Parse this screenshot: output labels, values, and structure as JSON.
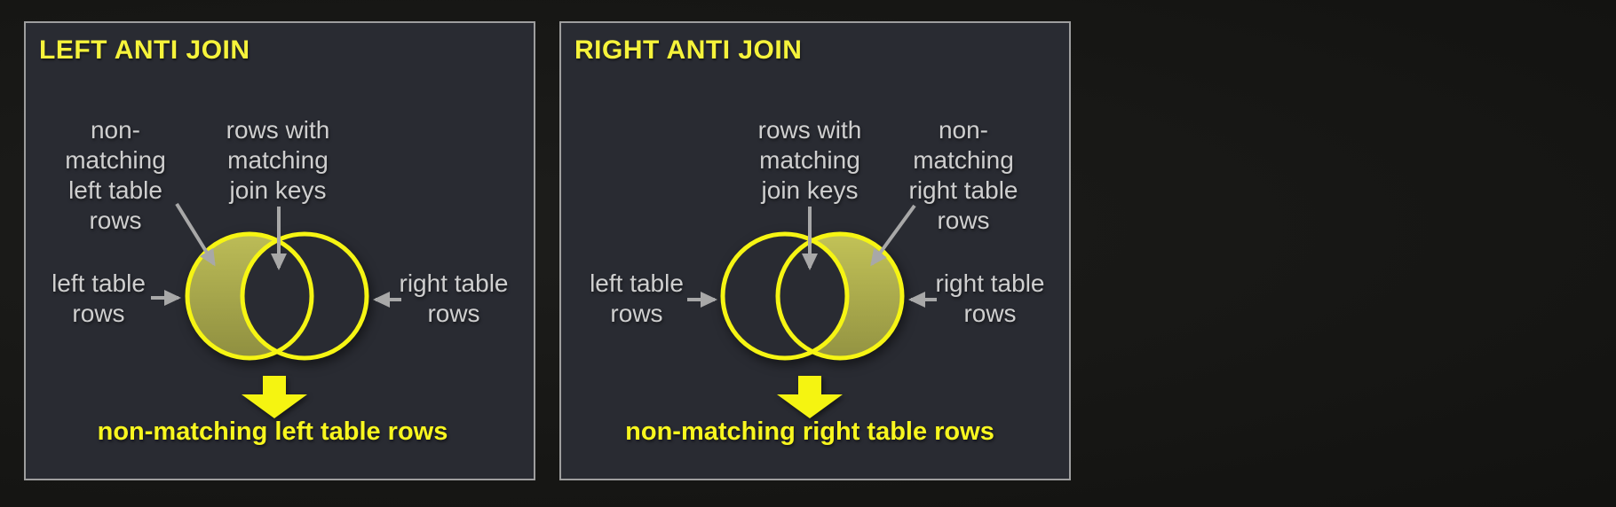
{
  "colors": {
    "page_bg": "#171715",
    "panel_bg": "#292b32",
    "panel_border": "#9e9e9e",
    "title_yellow": "#f6f33b",
    "circle_stroke_yellow": "#f6f513",
    "crescent_fill_olive": "#b0b04e",
    "label_gray": "#cfcfcf",
    "arrow_gray": "#a8a8a8",
    "result_yellow": "#f8f61f"
  },
  "panels": [
    {
      "title": "LEFT ANTI JOIN",
      "labels": {
        "non_matching": [
          "non-",
          "matching",
          "left table",
          "rows"
        ],
        "matching": [
          "rows with",
          "matching",
          "join keys"
        ],
        "left_table": [
          "left table",
          "rows"
        ],
        "right_table": [
          "right table",
          "rows"
        ]
      },
      "result": "non-matching left table rows"
    },
    {
      "title": "RIGHT ANTI JOIN",
      "labels": {
        "matching": [
          "rows with",
          "matching",
          "join keys"
        ],
        "non_matching": [
          "non-",
          "matching",
          "right table",
          "rows"
        ],
        "left_table": [
          "left table",
          "rows"
        ],
        "right_table": [
          "right table",
          "rows"
        ]
      },
      "result": "non-matching right table rows"
    }
  ]
}
